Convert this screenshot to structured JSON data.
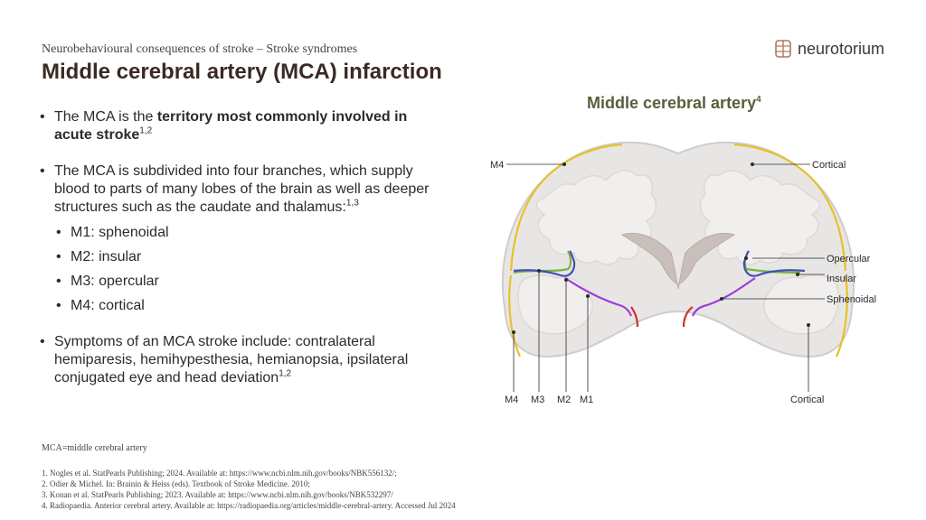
{
  "header": {
    "subtitle": "Neurobehavioural consequences of stroke – Stroke syndromes",
    "title": "Middle cerebral artery (MCA) infarction",
    "logo_text": "neurotorium"
  },
  "bullets": {
    "b1_pre": "The MCA is the ",
    "b1_bold": "territory most commonly involved in acute stroke",
    "b1_sup": "1,2",
    "b2_text": "The MCA is subdivided into four branches, which supply blood to parts of many lobes of the brain as well as deeper structures such as the caudate and thalamus:",
    "b2_sup": "1,3",
    "sub_items": [
      "M1: sphenoidal",
      "M2: insular",
      "M3: opercular",
      "M4: cortical"
    ],
    "b3_text": "Symptoms of an MCA stroke include: contralateral hemiparesis, hemihypesthesia, hemianopsia, ipsilateral conjugated eye and head deviation",
    "b3_sup": "1,2"
  },
  "figure": {
    "title": "Middle cerebral artery",
    "title_sup": "4",
    "labels": {
      "m4_top": "M4",
      "cortical_top": "Cortical",
      "opercular": "Opercular",
      "insular": "Insular",
      "sphenoidal": "Sphenoidal",
      "m4_bottom": "M4",
      "m3": "M3",
      "m2": "M2",
      "m1": "M1",
      "cortical_bottom": "Cortical"
    },
    "colors": {
      "m4_cortical": "#e8c02a",
      "m3_opercular": "#7cb342",
      "m2_insular": "#3f51b5",
      "m1_sphenoidal": "#9c3fd6",
      "aca": "#d32f2f",
      "brain_outer": "#e8e6e5",
      "brain_inner": "#d8d4d2"
    }
  },
  "footer": {
    "abbreviation": "MCA=middle cerebral artery",
    "references": [
      "1. Nogles et al. StatPearls Publishing; 2024. Available at: https://www.ncbi.nlm.nih.gov/books/NBK556132/;",
      "2. Odier & Michel. In: Brainin & Heiss (eds). Textbook of Stroke Medicine. 2010;",
      "3. Konan et al. StatPearls Publishing; 2023. Available at: https://www.ncbi.nlm.nih.gov/books/NBK532297/",
      "4. Radiopaedia. Anterior cerebral artery. Available at: https://radiopaedia.org/articles/middle-cerebral-artery. Accessed Jul 2024"
    ]
  }
}
